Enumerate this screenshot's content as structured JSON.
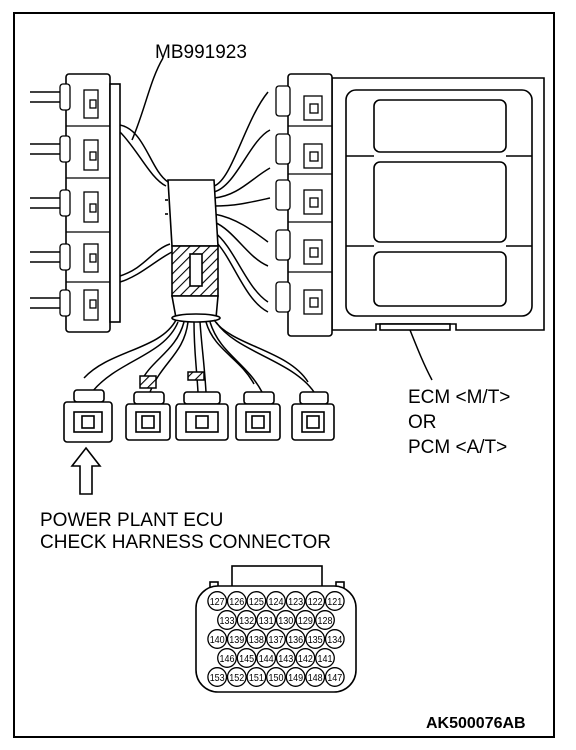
{
  "labels": {
    "tool": "MB991923",
    "ecm": "ECM <M/T>",
    "or": "OR",
    "pcm": "PCM <A/T>",
    "harness_line1": "POWER PLANT ECU",
    "harness_line2": "CHECK HARNESS CONNECTOR",
    "figure_code": "AK500076AB"
  },
  "connector_pins": [
    [
      "127",
      "126",
      "125",
      "124",
      "123",
      "122",
      "121"
    ],
    [
      "133",
      "132",
      "131",
      "130",
      "129",
      "128"
    ],
    [
      "140",
      "139",
      "138",
      "137",
      "136",
      "135",
      "134"
    ],
    [
      "146",
      "145",
      "144",
      "143",
      "142",
      "141"
    ],
    [
      "153",
      "152",
      "151",
      "150",
      "149",
      "148",
      "147"
    ]
  ]
}
